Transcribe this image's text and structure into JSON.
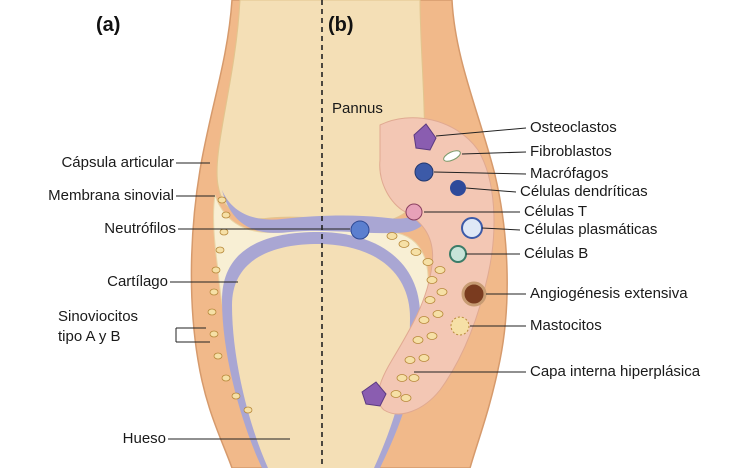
{
  "panels": {
    "a": "(a)",
    "b": "(b)"
  },
  "labels_left": {
    "capsula": "Cápsula articular",
    "membrana": "Membrana sinovial",
    "neutrofilos": "Neutrófilos",
    "cartilago": "Cartílago",
    "sinoviocitos_1": "Sinoviocitos",
    "sinoviocitos_2": "tipo A y B",
    "hueso": "Hueso"
  },
  "labels_right": {
    "pannus": "Pannus",
    "osteoclastos": "Osteoclastos",
    "fibroblastos": "Fibroblastos",
    "macrofagos": "Macrófagos",
    "dendriticas": "Células dendríticas",
    "celulas_t": "Células T",
    "plasmaticas": "Células plasmáticas",
    "celulas_b": "Células B",
    "angiogenesis": "Angiogénesis extensiva",
    "mastocitos": "Mastocitos",
    "capa": "Capa interna hiperplásica"
  },
  "colors": {
    "capsule": "#f1b98a",
    "bone": "#f4dfb6",
    "cartilage": "#a9a6d3",
    "synovial_fluid": "#f8efd4",
    "pannus": "#f3c7b4",
    "osteoclast": "#8a5db0",
    "macrophage": "#3c5aa8",
    "vessel": "#7a3b1f"
  }
}
